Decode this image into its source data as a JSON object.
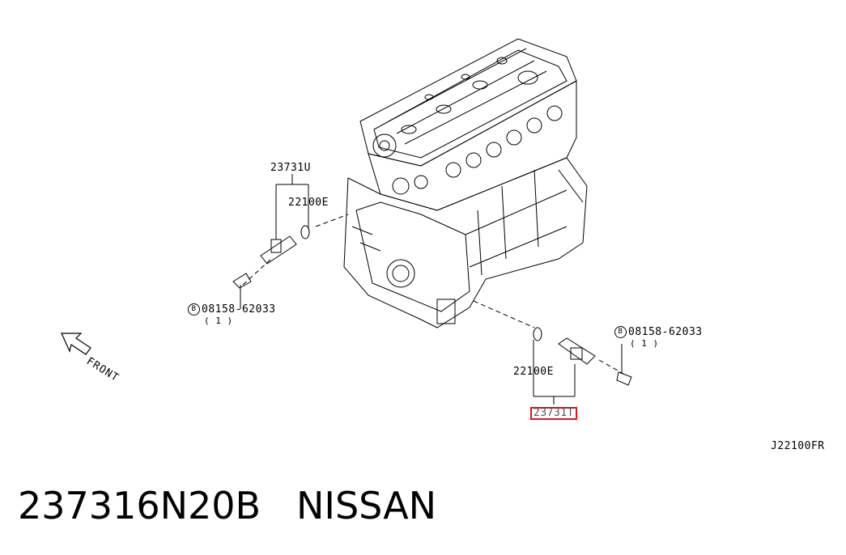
{
  "labels": {
    "left_sensor": "23731U",
    "left_oring": "22100E",
    "left_bolt_part": "08158-62033",
    "left_bolt_qty": "( 1 )",
    "right_bolt_part": "08158-62033",
    "right_bolt_qty": "( 1 )",
    "right_oring": "22100E",
    "right_sensor": "23731T",
    "bolt_marker": "B",
    "front": "FRONT",
    "diagram_code": "J22100FR"
  },
  "title": {
    "part_number": "237316N20B",
    "brand": "NISSAN",
    "text": "237316N20B   NISSAN"
  },
  "colors": {
    "highlight": "#e11111",
    "line": "#000000"
  }
}
